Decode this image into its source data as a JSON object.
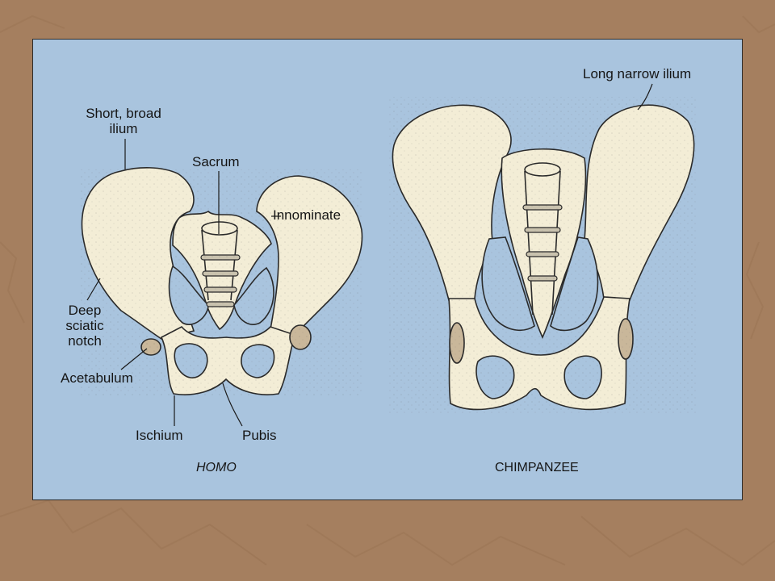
{
  "colors": {
    "slide_background": "#a57f5f",
    "panel_background": "#a9c4de",
    "bone": "#f3edd6",
    "bone_outline": "#2a2a2a",
    "cartilage": "#c9b79a"
  },
  "homo": {
    "caption": "HOMO",
    "labels": {
      "ilium_line1": "Short, broad",
      "ilium_line2": "ilium",
      "sacrum": "Sacrum",
      "innominate": "Innominate",
      "notch_line1": "Deep",
      "notch_line2": "sciatic",
      "notch_line3": "notch",
      "acetabulum": "Acetabulum",
      "ischium": "Ischium",
      "pubis": "Pubis"
    }
  },
  "chimpanzee": {
    "caption": "CHIMPANZEE",
    "labels": {
      "ilium": "Long narrow ilium"
    }
  }
}
